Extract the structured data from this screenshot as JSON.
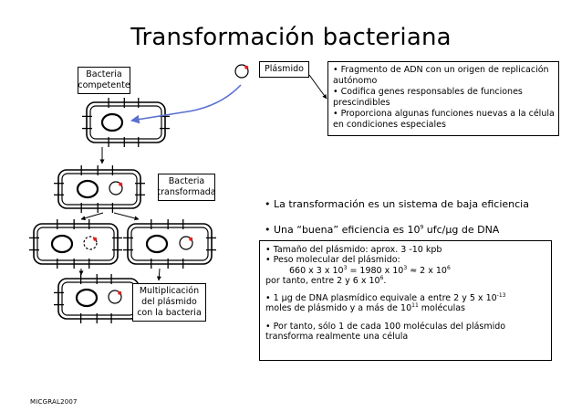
{
  "title": "Transformación bacteriana",
  "labels": {
    "competent_line1": "Bacteria",
    "competent_line2": "competente",
    "transformed_line1": "Bacteria",
    "transformed_line2": "transformada",
    "multiplication_line1": "Multiplicación",
    "multiplication_line2": "del plásmido",
    "multiplication_line3": "con la bacteria",
    "plasmid": "Plásmido"
  },
  "plasmid_info": [
    "• Fragmento de ADN con un origen de replicación autónomo",
    "• Codifica genes responsables de funciones prescindibles",
    "• Proporciona algunas funciones nuevas a la célula en condiciones especiales"
  ],
  "statements": {
    "s1": "• La transformación es un sistema de baja eficiencia",
    "s2_pre": "• Una “buena” eficiencia es 10",
    "s2_exp": "9",
    "s2_post": " ufc/µg de DNA"
  },
  "details": {
    "l1": "• Tamaño del plásmido: aprox. 3 -10 kpb",
    "l2": "• Peso molecular del plásmido:",
    "l3_pre": "660 x 3 x 10",
    "l3_exp1": "3",
    "l3_mid": " = 1980 x 10",
    "l3_exp2": "3",
    "l3_mid2": " ≈ 2 x 10",
    "l3_exp3": "6",
    "l4_pre": "por tanto, entre 2 y 6 x 10",
    "l4_exp": "6",
    "l4_post": ".",
    "l5_pre": "• 1 µg de DNA plasmídico equivale a entre 2 y 5 x 10",
    "l5_exp": "-13",
    "l6_pre": "moles de plásmido y a más de 10",
    "l6_exp": "11",
    "l6_post": " moléculas",
    "l7": "• Por tanto, sólo 1 de cada 100 moléculas del plásmido",
    "l8": "transforma realmente una célula"
  },
  "footer": "MICGRAL2007",
  "colors": {
    "arrow": "#5a6fd0",
    "marker": "#e02020",
    "stroke": "#000000"
  }
}
